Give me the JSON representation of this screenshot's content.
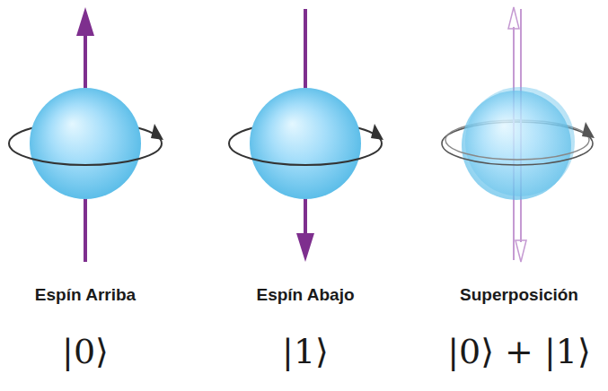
{
  "diagram": {
    "labels": [
      "Espín Arriba",
      "|0⟩",
      "Espín Abajo",
      "|1⟩",
      "Superposición",
      "|0⟩ + |1⟩"
    ]
  }
}
